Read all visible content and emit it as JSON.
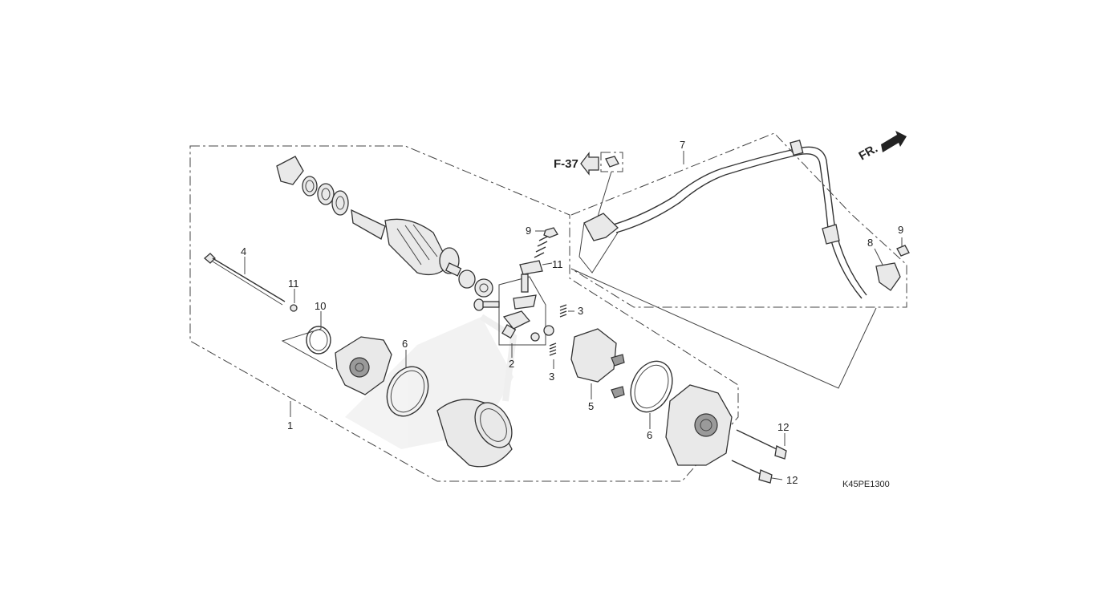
{
  "diagram": {
    "ref_code": "K45PE1300",
    "front_marker": "FR.",
    "cross_reference": "F-37",
    "callouts": {
      "c1": "1",
      "c2": "2",
      "c3a": "3",
      "c3b": "3",
      "c4": "4",
      "c5": "5",
      "c6a": "6",
      "c6b": "6",
      "c7": "7",
      "c8": "8",
      "c9a": "9",
      "c9b": "9",
      "c10": "10",
      "c11a": "11",
      "c11b": "11",
      "c12a": "12",
      "c12b": "12"
    }
  }
}
